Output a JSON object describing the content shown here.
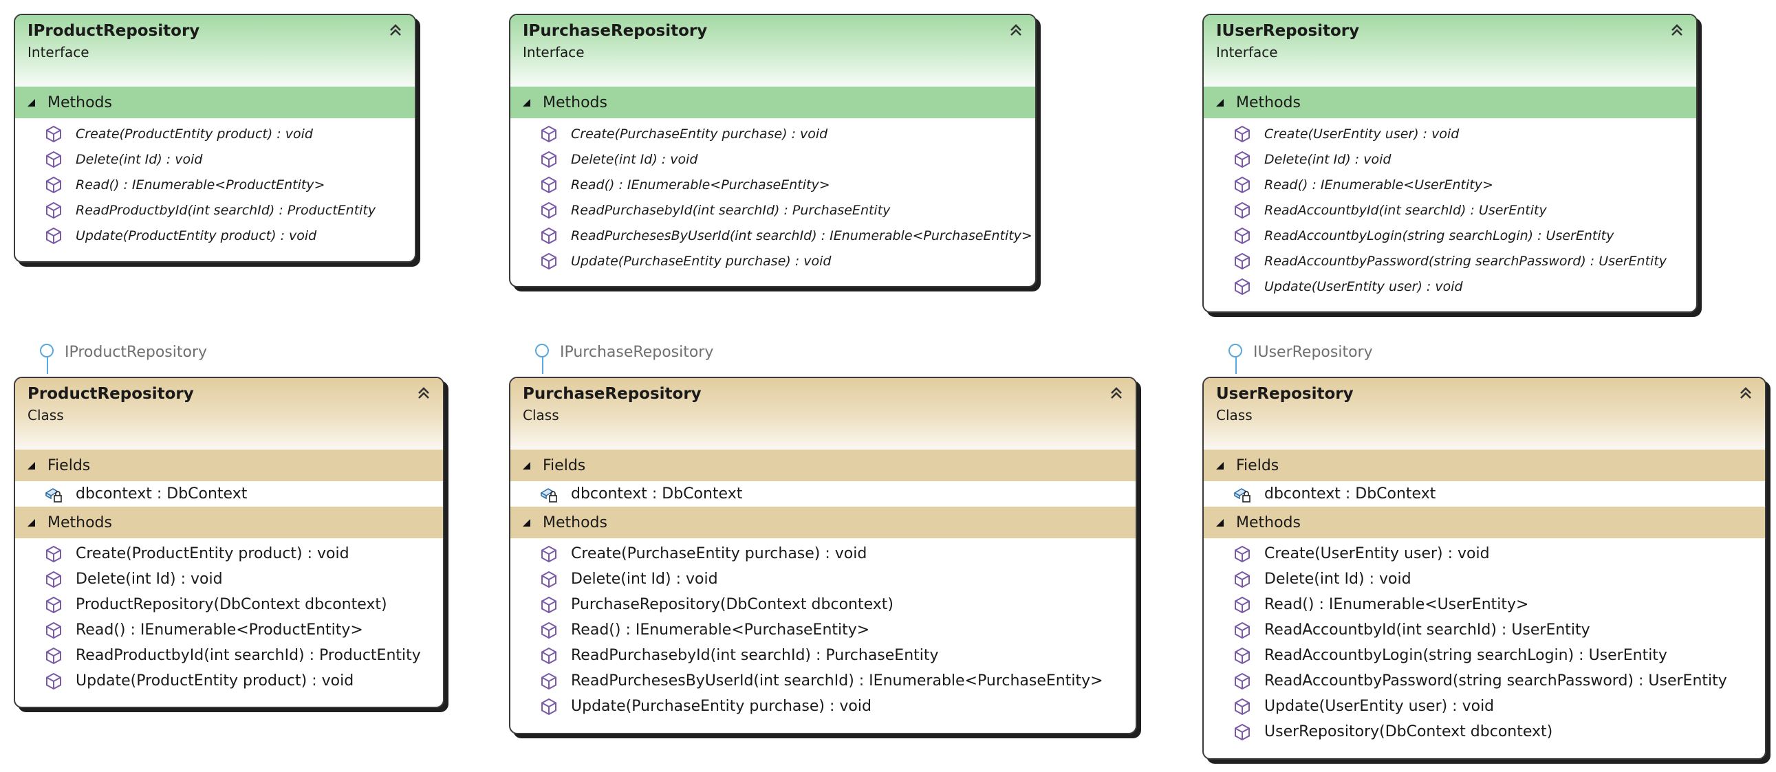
{
  "colors": {
    "interface_header": "#9fd59f",
    "class_header": "#e3cfa4",
    "method_icon": "#7a5aa8",
    "lollipop": "#5aa8e0"
  },
  "interfaces": [
    {
      "name": "IProductRepository",
      "kind": "Interface",
      "methods_label": "Methods",
      "methods": [
        "Create(ProductEntity product) : void",
        "Delete(int Id) : void",
        "Read() : IEnumerable<ProductEntity>",
        "ReadProductbyId(int searchId) : ProductEntity",
        "Update(ProductEntity product) : void"
      ]
    },
    {
      "name": "IPurchaseRepository",
      "kind": "Interface",
      "methods_label": "Methods",
      "methods": [
        "Create(PurchaseEntity purchase) : void",
        "Delete(int Id) : void",
        "Read() : IEnumerable<PurchaseEntity>",
        "ReadPurchasebyId(int searchId) : PurchaseEntity",
        "ReadPurchesesByUserId(int  searchId)  :  IEnumerable<PurchaseEntity>",
        "Update(PurchaseEntity purchase) : void"
      ]
    },
    {
      "name": "IUserRepository",
      "kind": "Interface",
      "methods_label": "Methods",
      "methods": [
        "Create(UserEntity user) : void",
        "Delete(int Id) : void",
        "Read() : IEnumerable<UserEntity>",
        "ReadAccountbyId(int searchId) : UserEntity",
        "ReadAccountbyLogin(string searchLogin) : UserEntity",
        "ReadAccountbyPassword(string searchPassword)  :  UserEntity",
        "Update(UserEntity user) : void"
      ]
    }
  ],
  "lollipops": [
    "IProductRepository",
    "IPurchaseRepository",
    "IUserRepository"
  ],
  "classes": [
    {
      "name": "ProductRepository",
      "kind": "Class",
      "fields_label": "Fields",
      "fields": [
        "dbcontext : DbContext"
      ],
      "methods_label": "Methods",
      "methods": [
        "Create(ProductEntity product) : void",
        "Delete(int Id) : void",
        "ProductRepository(DbContext dbcontext)",
        "Read() : IEnumerable<ProductEntity>",
        "ReadProductbyId(int searchId) : ProductEntity",
        "Update(ProductEntity product) : void"
      ]
    },
    {
      "name": "PurchaseRepository",
      "kind": "Class",
      "fields_label": "Fields",
      "fields": [
        "dbcontext : DbContext"
      ],
      "methods_label": "Methods",
      "methods": [
        "Create(PurchaseEntity purchase) : void",
        "Delete(int Id) : void",
        "PurchaseRepository(DbContext dbcontext)",
        "Read() : IEnumerable<PurchaseEntity>",
        "ReadPurchasebyId(int searchId) : PurchaseEntity",
        "ReadPurchesesByUserId(int searchId) : IEnumerable<PurchaseEntity>",
        "Update(PurchaseEntity purchase) : void"
      ]
    },
    {
      "name": "UserRepository",
      "kind": "Class",
      "fields_label": "Fields",
      "fields": [
        "dbcontext : DbContext"
      ],
      "methods_label": "Methods",
      "methods": [
        "Create(UserEntity user) : void",
        "Delete(int Id) : void",
        "Read() : IEnumerable<UserEntity>",
        "ReadAccountbyId(int searchId) : UserEntity",
        "ReadAccountbyLogin(string searchLogin) : UserEntity",
        "ReadAccountbyPassword(string searchPassword) : UserEntity",
        "Update(UserEntity user) : void",
        "UserRepository(DbContext dbcontext)"
      ]
    }
  ]
}
